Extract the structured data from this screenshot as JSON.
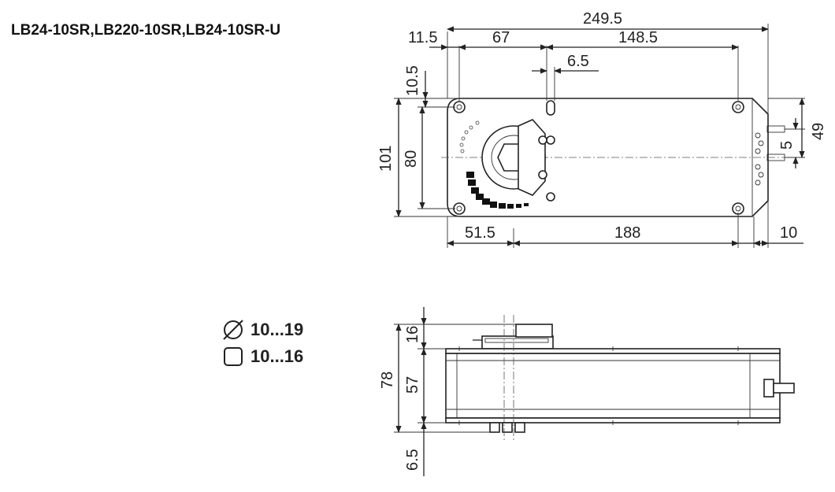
{
  "title": "LB24-10SR,LB220-10SR,LB24-10SR-U",
  "shaft": {
    "round": {
      "icon": "diameter-icon",
      "range": "10...19"
    },
    "square": {
      "icon": "square-icon",
      "range": "10...16"
    }
  },
  "top_view": {
    "overall_length": "249.5",
    "left_offset": "11.5",
    "hole_to_slot": "67",
    "slot_to_hole": "148.5",
    "slot_width": "6.5",
    "slot_depth": "10.5",
    "overall_height": "101",
    "hole_spacing_vertical": "80",
    "right_offset_49": "49",
    "right_offset_5": "5",
    "clamp_to_hole": "51.5",
    "hole_spacing_horizontal": "188",
    "cable_exit": "10"
  },
  "side_view": {
    "overall_height": "78",
    "clamp_height": "16",
    "body_height": "57",
    "bottom_offset": "6.5"
  }
}
